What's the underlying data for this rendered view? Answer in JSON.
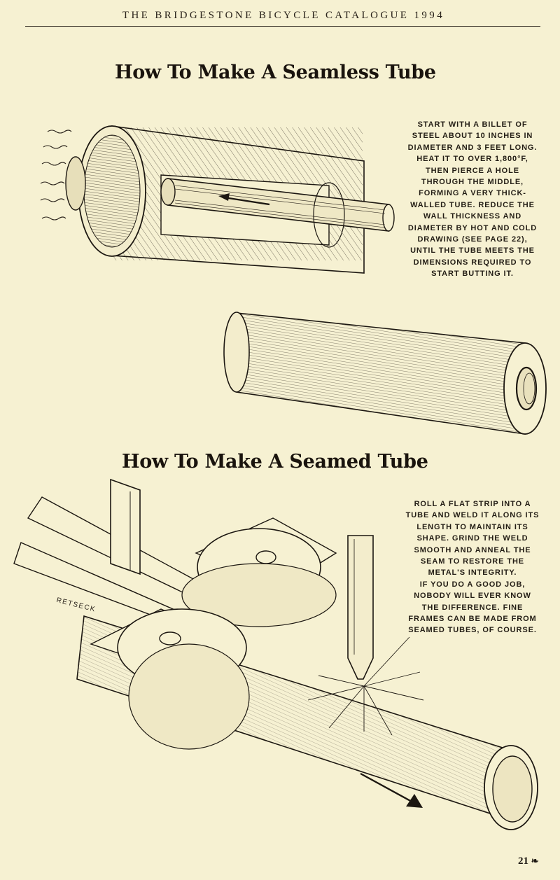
{
  "header": {
    "text": "THE BRIDGESTONE BICYCLE CATALOGUE 1994"
  },
  "section1": {
    "title": "How To Make A Seamless Tube",
    "caption_lines": [
      "Start with a billet of",
      "steel about 10 inches in",
      "diameter and 3 feet long.",
      "Heat it to over 1,800°F,",
      "then pierce a hole",
      "through the middle,",
      "forming a very thick-",
      "walled tube. Reduce the",
      "wall thickness and",
      "diameter by hot and cold",
      "drawing (see page 22),",
      "until the tube meets the",
      "dimensions required to",
      "start butting it."
    ]
  },
  "section2": {
    "title": "How To Make A Seamed Tube",
    "caption_lines": [
      "Roll a flat strip into a",
      "tube and weld it along its",
      "length to maintain its",
      "shape. Grind the weld",
      "smooth and anneal the",
      "seam to restore the",
      "metal's integrity.",
      "If you do a good job,",
      "nobody will ever know",
      "the difference. Fine",
      "frames can be made from",
      "seamed tubes, of course."
    ]
  },
  "signature": "RETSECK",
  "page_number": "21",
  "colors": {
    "paper": "#f6f1d2",
    "ink": "#1c1711"
  }
}
